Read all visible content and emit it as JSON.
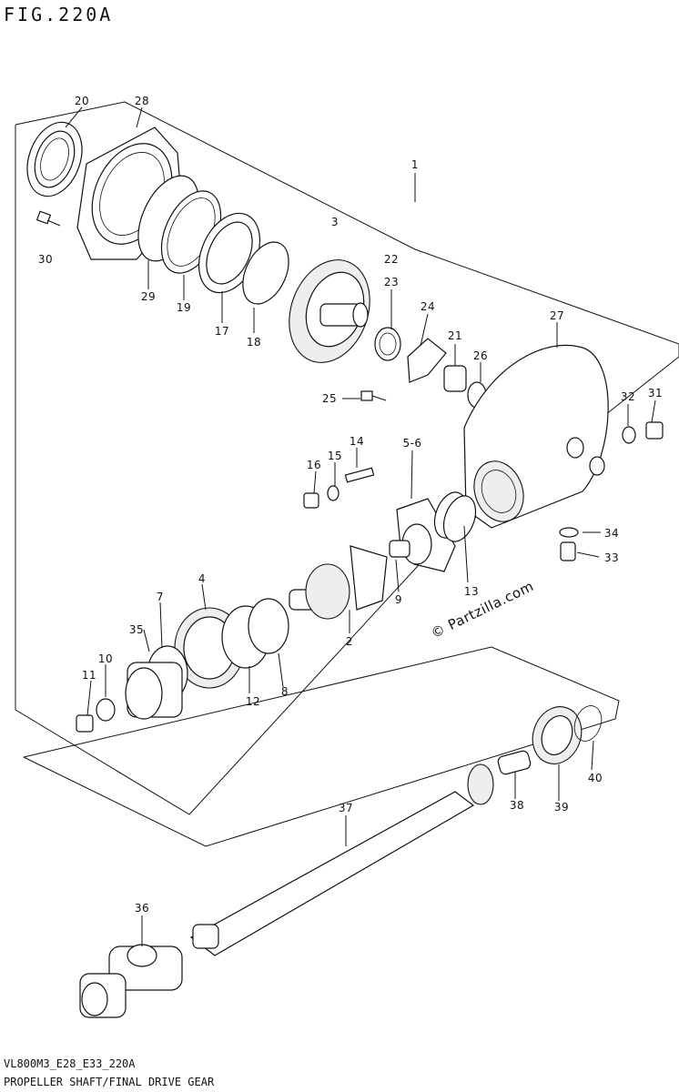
{
  "figure": {
    "title": "FIG.220A",
    "model_code": "VL800M3_E28_E33_220A",
    "caption": "PROPELLER SHAFT/FINAL DRIVE GEAR",
    "watermark": "© Partzilla.com"
  },
  "callouts": [
    {
      "key": "c1",
      "text": "1"
    },
    {
      "key": "c2",
      "text": "2"
    },
    {
      "key": "c3",
      "text": "3"
    },
    {
      "key": "c4",
      "text": "4"
    },
    {
      "key": "c56",
      "text": "5-6"
    },
    {
      "key": "c7",
      "text": "7"
    },
    {
      "key": "c8",
      "text": "8"
    },
    {
      "key": "c9",
      "text": "9"
    },
    {
      "key": "c10",
      "text": "10"
    },
    {
      "key": "c11",
      "text": "11"
    },
    {
      "key": "c12",
      "text": "12"
    },
    {
      "key": "c13",
      "text": "13"
    },
    {
      "key": "c14",
      "text": "14"
    },
    {
      "key": "c15",
      "text": "15"
    },
    {
      "key": "c16",
      "text": "16"
    },
    {
      "key": "c17",
      "text": "17"
    },
    {
      "key": "c18",
      "text": "18"
    },
    {
      "key": "c19",
      "text": "19"
    },
    {
      "key": "c20",
      "text": "20"
    },
    {
      "key": "c21",
      "text": "21"
    },
    {
      "key": "c22",
      "text": "22"
    },
    {
      "key": "c23",
      "text": "23"
    },
    {
      "key": "c24",
      "text": "24"
    },
    {
      "key": "c25",
      "text": "25"
    },
    {
      "key": "c26",
      "text": "26"
    },
    {
      "key": "c27",
      "text": "27"
    },
    {
      "key": "c28",
      "text": "28"
    },
    {
      "key": "c29",
      "text": "29"
    },
    {
      "key": "c30",
      "text": "30"
    },
    {
      "key": "c31",
      "text": "31"
    },
    {
      "key": "c32",
      "text": "32"
    },
    {
      "key": "c33",
      "text": "33"
    },
    {
      "key": "c34",
      "text": "34"
    },
    {
      "key": "c35",
      "text": "35"
    },
    {
      "key": "c36",
      "text": "36"
    },
    {
      "key": "c37",
      "text": "37"
    },
    {
      "key": "c38",
      "text": "38"
    },
    {
      "key": "c39",
      "text": "39"
    },
    {
      "key": "c40",
      "text": "40"
    }
  ]
}
